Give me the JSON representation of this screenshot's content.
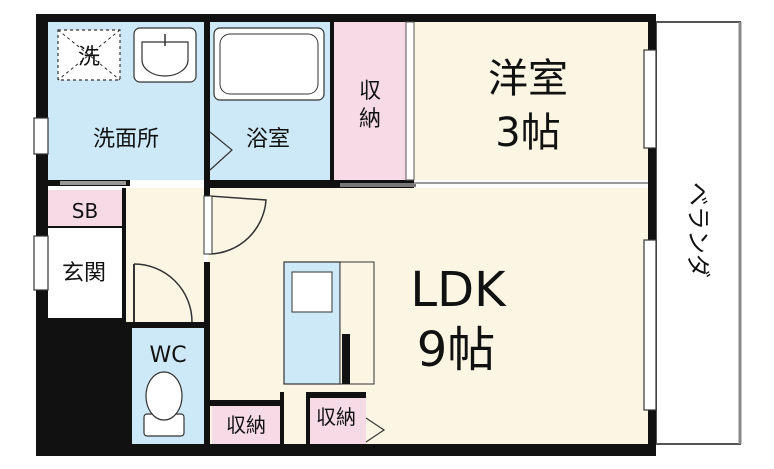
{
  "floorplan": {
    "rooms": {
      "washroom_label": "洗面所",
      "bath_label": "浴室",
      "storage_top_label_1": "収",
      "storage_top_label_2": "納",
      "western_room_label": "洋室",
      "western_room_size": "3帖",
      "ldk_label": "LDK",
      "ldk_size": "9帖",
      "balcony_label": "ベランダ",
      "shoebox_label": "SB",
      "entrance_label": "玄関",
      "toilet_label": "WC",
      "storage_bottom_left_label": "収納",
      "storage_bottom_right_label": "収納"
    },
    "fixtures": {
      "washer_label": "洗"
    }
  },
  "colors": {
    "wall": "#111111",
    "wet_area": "#cde9f7",
    "living_floor": "#fbf6e3",
    "storage": "#f6dbe6",
    "entrance_floor": "#ffffff",
    "balcony_floor": "#ffffff"
  }
}
